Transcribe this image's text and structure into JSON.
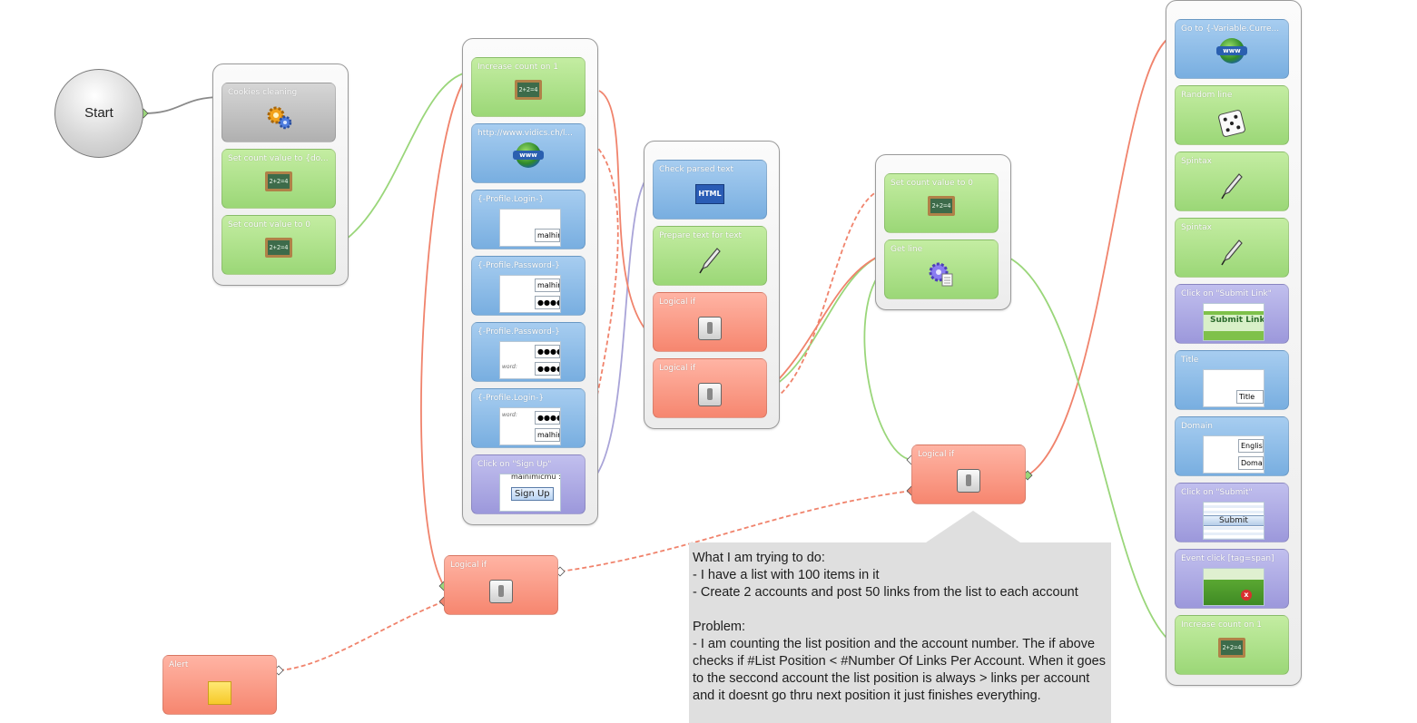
{
  "start": {
    "label": "Start"
  },
  "groups": [
    {
      "id": "g1",
      "nodes": [
        {
          "label": "Cookies cleaning",
          "color": "gray",
          "icon": "gear-icon"
        },
        {
          "label": "Set count value to {do...",
          "color": "green",
          "icon": "chalkboard-icon"
        },
        {
          "label": "Set count value to 0",
          "color": "green",
          "icon": "chalkboard-icon"
        }
      ]
    },
    {
      "id": "g2",
      "nodes": [
        {
          "label": "Increase count on 1",
          "color": "green",
          "icon": "chalkboard-icon"
        },
        {
          "label": "http://www.vidics.ch/l...",
          "color": "blue",
          "icon": "globe-icon"
        },
        {
          "label": "{-Profile.Login-}",
          "color": "blue",
          "icon": "screenshot-icon",
          "shot": [
            "malhir"
          ]
        },
        {
          "label": "{-Profile.Password-}",
          "color": "blue",
          "icon": "screenshot-icon",
          "shot": [
            "malhir",
            "●●●●●"
          ]
        },
        {
          "label": "{-Profile.Password-}",
          "color": "blue",
          "icon": "screenshot-icon",
          "shot": [
            "●●●●●",
            "word:",
            "●●●●●"
          ]
        },
        {
          "label": "{-Profile.Login-}",
          "color": "blue",
          "icon": "screenshot-icon",
          "shot": [
            "word:",
            "●●●●●",
            "malhir"
          ]
        },
        {
          "label": "Click on \"Sign Up\"",
          "color": "purple",
          "icon": "screenshot-icon",
          "shot": [
            "mainimicmu :",
            "Sign Up"
          ]
        }
      ]
    },
    {
      "id": "g3",
      "nodes": [
        {
          "label": "Check parsed text",
          "color": "blue",
          "icon": "html-icon",
          "icon_text": "HTML"
        },
        {
          "label": "Prepare text for text",
          "color": "green",
          "icon": "pen-icon"
        },
        {
          "label": "Logical if",
          "color": "red",
          "icon": "switch-icon"
        },
        {
          "label": "Logical if",
          "color": "red",
          "icon": "switch-icon"
        }
      ]
    },
    {
      "id": "g4",
      "nodes": [
        {
          "label": "Set count value to 0",
          "color": "green",
          "icon": "chalkboard-icon"
        },
        {
          "label": "Get line",
          "color": "green",
          "icon": "gear-doc-icon"
        }
      ]
    },
    {
      "id": "g5",
      "nodes": [
        {
          "label": "Go to {-Variable.Curre...",
          "color": "blue",
          "icon": "globe-icon"
        },
        {
          "label": "Random line",
          "color": "green",
          "icon": "dice-icon"
        },
        {
          "label": "Spintax",
          "color": "green",
          "icon": "pen-icon"
        },
        {
          "label": "Spintax",
          "color": "green",
          "icon": "pen-icon"
        },
        {
          "label": "Click on \"Submit Link\"",
          "color": "purple",
          "icon": "screenshot-icon",
          "shot": [
            "Submit Link"
          ]
        },
        {
          "label": "Title",
          "color": "blue",
          "icon": "screenshot-icon",
          "shot": [
            "Title"
          ]
        },
        {
          "label": "Domain",
          "color": "blue",
          "icon": "screenshot-icon",
          "shot": [
            "Englis",
            "Doma"
          ]
        },
        {
          "label": "Click on \"Submit\"",
          "color": "purple",
          "icon": "screenshot-icon",
          "shot": [
            "Submit"
          ]
        },
        {
          "label": "Event click [tag=span]",
          "color": "purple",
          "icon": "screenshot-icon",
          "shot": [
            "x"
          ]
        },
        {
          "label": "Increase count on 1",
          "color": "green",
          "icon": "chalkboard-icon"
        }
      ]
    }
  ],
  "free_nodes": [
    {
      "id": "logic-right",
      "label": "Logical if",
      "color": "red",
      "icon": "switch-icon"
    },
    {
      "id": "logic-left",
      "label": "Logical if",
      "color": "red",
      "icon": "switch-icon"
    },
    {
      "id": "alert",
      "label": "Alert",
      "color": "red",
      "icon": "note-icon"
    }
  ],
  "chalk_text": "2+2=4",
  "globe_text": "www",
  "comment": {
    "lines": [
      "What I am trying to do:",
      "- I have a list with 100 items in it",
      "- Create 2 accounts and post 50 links from the list to each account",
      "",
      "Problem:",
      "- I am counting the list position and the account number. The if above",
      "checks if #List Position < #Number Of Links Per Account. When it goes",
      "to the seccond account the list position is always > links per account",
      "and it doesnt go thru next position it just finishes everything."
    ]
  },
  "colors": {
    "success_wire": "#9ad67a",
    "failure_wire": "#f0836c",
    "plain_wire": "#8a8a8a",
    "loop_wire": "#a9a4d8"
  }
}
